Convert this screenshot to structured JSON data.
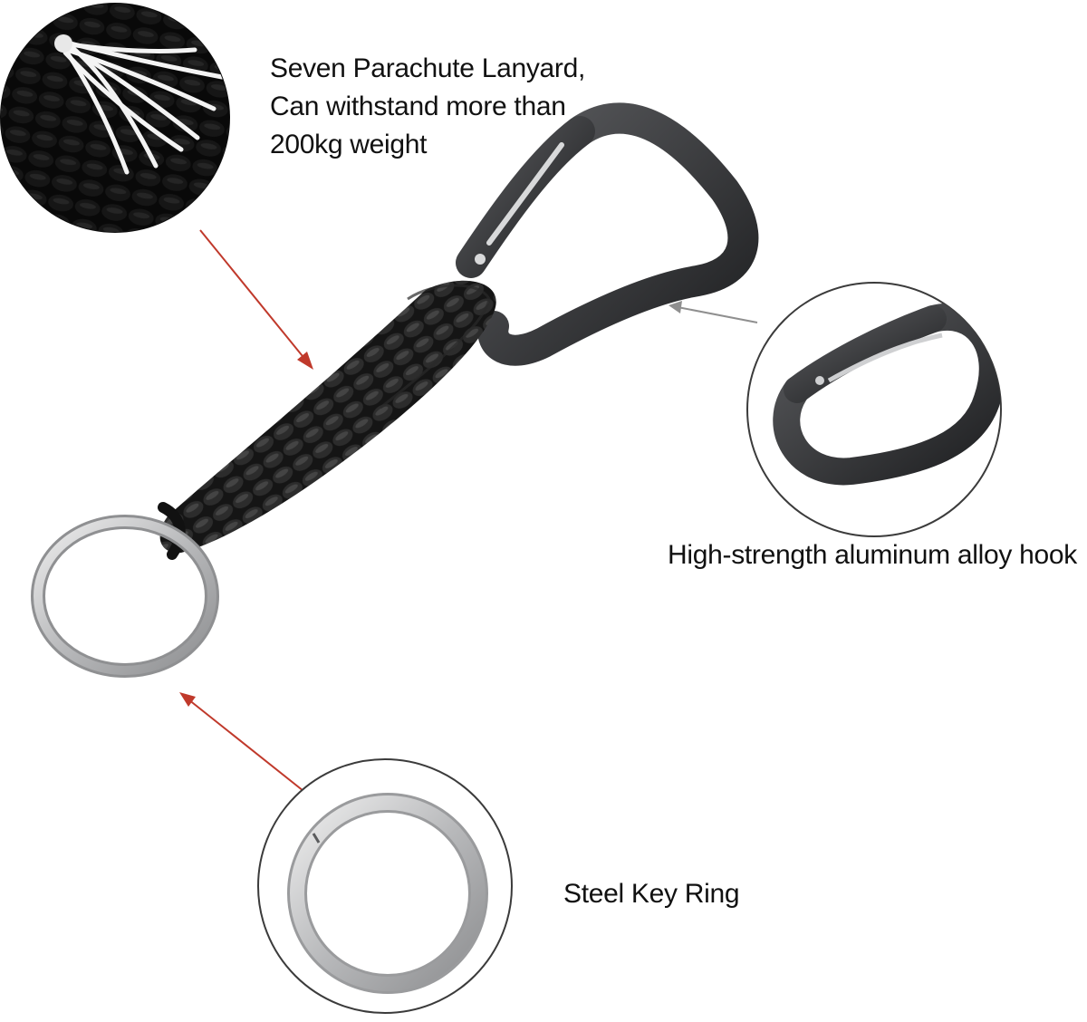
{
  "callouts": {
    "lanyard": {
      "lines": [
        "Seven Parachute Lanyard,",
        "Can withstand more than",
        "200kg weight"
      ],
      "arrow_color": "#c0392b"
    },
    "hook": {
      "text": "High-strength aluminum alloy hook",
      "arrow_color": "#8f8f8f"
    },
    "ring": {
      "text": "Steel Key Ring",
      "arrow_color": "#c0392b"
    }
  },
  "colors": {
    "background": "#ffffff",
    "paracord": "#1a1a1a",
    "carabiner": "#3a3b3d",
    "steel": "#c9cacc"
  }
}
